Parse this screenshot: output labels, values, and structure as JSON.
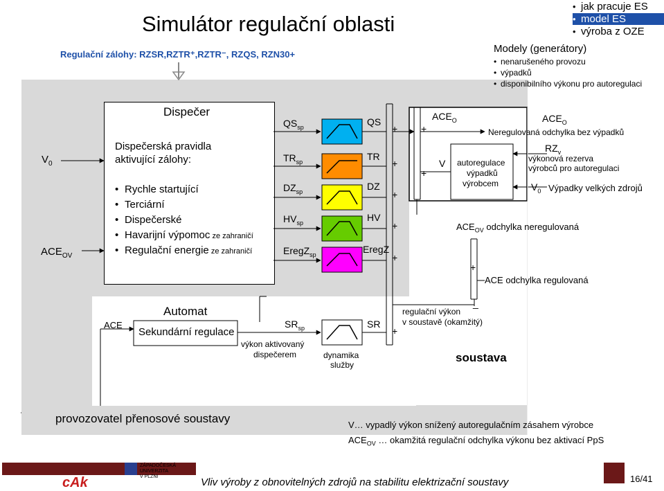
{
  "header": {
    "title": "Simulátor regulační oblasti",
    "subtitle": "Regulační zálohy: RZSR,RZTR⁺,RZTR⁻, RZQS, RZN30+",
    "nav": [
      {
        "label": "jak pracuje ES",
        "active": false
      },
      {
        "label": "model ES",
        "active": true
      },
      {
        "label": "výroba z OZE",
        "active": false
      }
    ],
    "models_title": "Modely (generátory)",
    "models": [
      "nenarušeného provozu",
      "výpadků",
      "disponibilního výkonu pro autoregulaci"
    ]
  },
  "dispecer": {
    "title": "Dispečer",
    "rules_line1": "Dispečerská pravidla",
    "rules_line2": "aktivující zálohy:",
    "items": [
      {
        "main": "Rychle startující",
        "small": ""
      },
      {
        "main": "Terciární",
        "small": ""
      },
      {
        "main": "Dispečerské",
        "small": ""
      },
      {
        "main": "Havarijní výpomoc",
        "small": " ze zahraničí"
      },
      {
        "main": "Regulační energie",
        "small": " ze zahraničí"
      }
    ],
    "v0": {
      "main": "V",
      "sub": "0"
    },
    "ace_ov": {
      "main": "ACE",
      "sub": "OV"
    }
  },
  "setpoints": [
    {
      "main": "QS",
      "sub": "sp"
    },
    {
      "main": "TR",
      "sub": "sp"
    },
    {
      "main": "DZ",
      "sub": "sp"
    },
    {
      "main": "HV",
      "sub": "sp"
    },
    {
      "main": "EregZ",
      "sub": "sp"
    }
  ],
  "outputs": [
    "QS",
    "TR",
    "DZ",
    "HV",
    "EregZ"
  ],
  "colors": {
    "cyan": "#00b0f0",
    "orange": "#ff8c00",
    "yellow": "#ffff00",
    "green": "#66cc00",
    "magenta": "#ff00ff",
    "gray": "#d9d9d9"
  },
  "soustava": {
    "ace_o": {
      "main": "ACE",
      "sub": "O"
    },
    "v": "V",
    "block_line1": "autoregulace",
    "block_line2": "výpadků",
    "block_line3": "výrobcem",
    "title": "soustava",
    "reg_line1": "regulační výkon",
    "reg_line2": "v soustavě (okamžitý)"
  },
  "legend": {
    "ace_o": {
      "main": "ACE",
      "sub": "O"
    },
    "ace_o_desc": "Neregulovaná odchylka bez výpadků",
    "rzv": {
      "main": "RZ",
      "sub": "v"
    },
    "rzv_desc1": "výkonová rezerva",
    "rzv_desc2": "výrobců pro autoregulaci",
    "v0": {
      "main": "V",
      "sub": "0"
    },
    "v0_desc": "Výpadky velkých zdrojů",
    "ace_ov": {
      "main": "ACE",
      "sub": "OV"
    },
    "ace_ov_desc": " odchylka neregulovaná",
    "ace_reg": "ACE odchylka regulovaná"
  },
  "automat": {
    "title": "Automat",
    "block": "Sekundární regulace",
    "ace": "ACE",
    "sr_sp": {
      "main": "SR",
      "sub": "sp"
    },
    "activated_line1": "výkon aktivovaný",
    "activated_line2": "dispečerem",
    "dyn_line1": "dynamika",
    "dyn_line2": "služby",
    "sr": "SR"
  },
  "footer": {
    "operator": "provozovatel přenosové soustavy",
    "def1": "V…  vypadlý výkon snížený autoregulačním zásahem výrobce",
    "def2_main": "ACE",
    "def2_sub": "OV",
    "def2_rest": " …  okamžitá regulační odchylka výkonu bez aktivací PpS",
    "logo_cak": "cAk",
    "logo_zcu1": "ZÁPADOČESKÁ",
    "logo_zcu2": "UNIVERZITA",
    "logo_zcu3": "V PLZNI",
    "bottom_title": "Vliv výroby z obnovitelných zdrojů na stabilitu elektrizační soustavy",
    "page": "16/41"
  }
}
